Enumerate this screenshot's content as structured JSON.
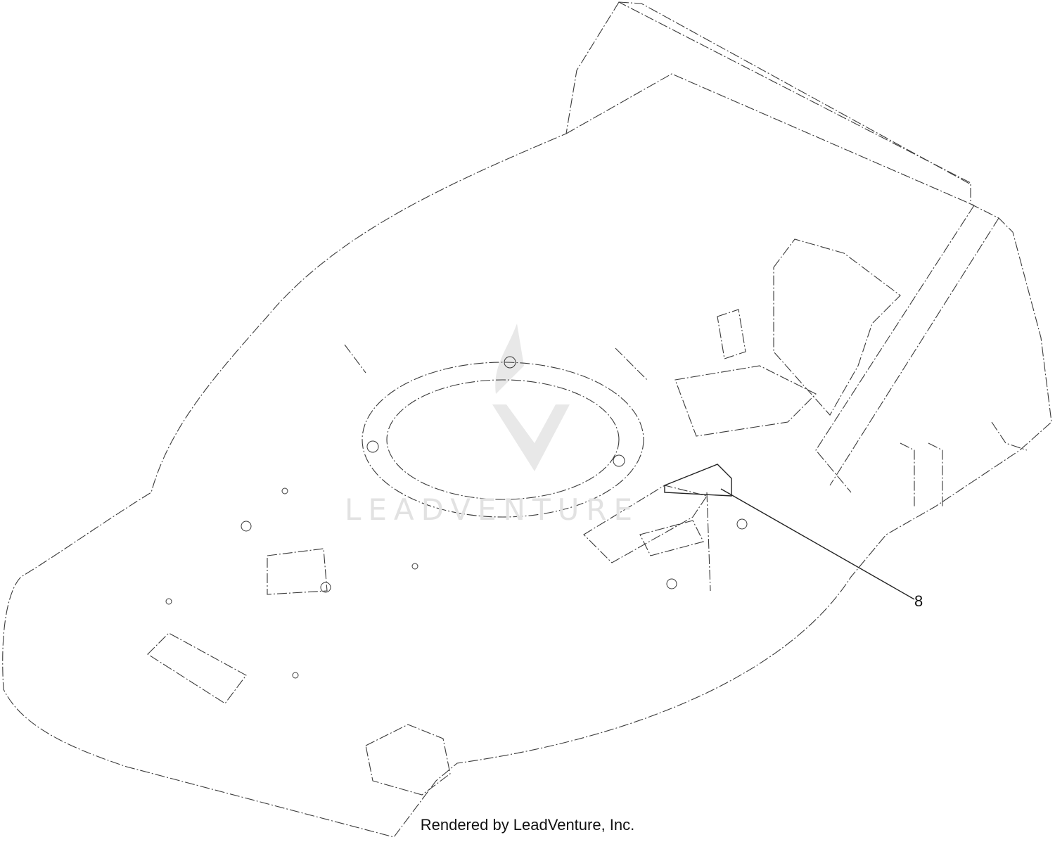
{
  "diagram": {
    "callouts": [
      {
        "label": "8"
      }
    ],
    "footer": "Rendered by LeadVenture, Inc.",
    "watermark": "LEADVENTURE",
    "colors": {
      "line": "#3a3a3a",
      "background": "#ffffff",
      "watermark": "#e2e2e2"
    }
  }
}
